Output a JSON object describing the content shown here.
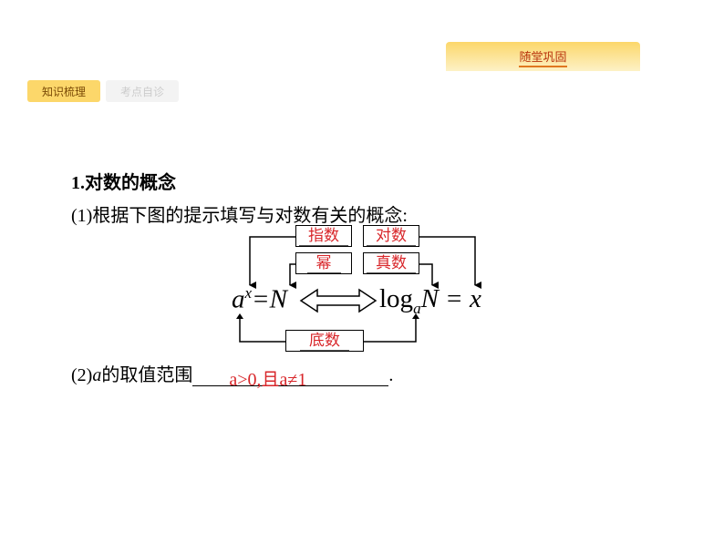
{
  "header": {
    "top_tab": "随堂巩固",
    "tabs": [
      "知识梳理",
      "考点自诊"
    ]
  },
  "content": {
    "heading": "1.对数的概念",
    "q1": "(1)根据下图的提示填写与对数有关的概念:",
    "boxes": {
      "exponent": "指数",
      "logarithm": "对数",
      "power": "幂",
      "antilog": "真数",
      "base": "底数"
    },
    "equation_left": {
      "base": "a",
      "sup": "x",
      "rest": "=N"
    },
    "equation_right": {
      "log": "log",
      "sub": "a",
      "rest": "N = x"
    },
    "q2_prefix": "(2)",
    "q2_var": "a",
    "q2_text": "的取值范围",
    "q2_answer": "a>0,且a≠1",
    "q2_end": "."
  }
}
